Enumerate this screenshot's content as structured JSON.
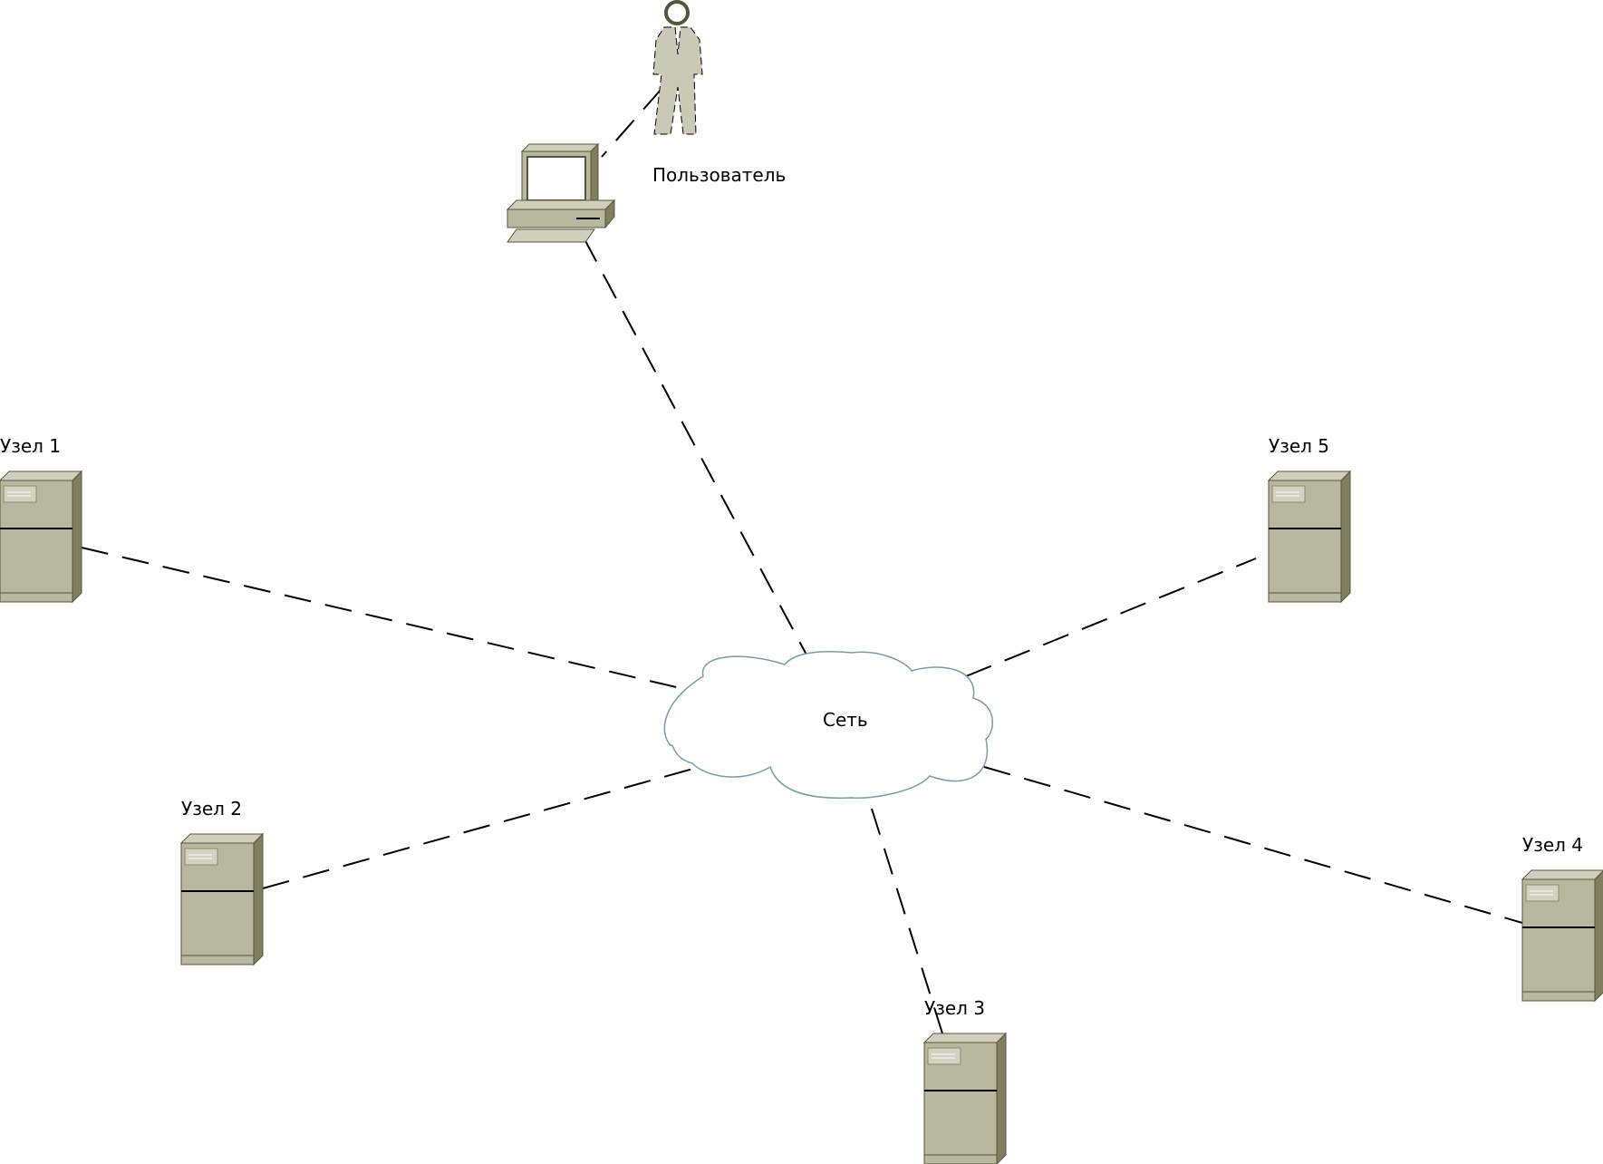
{
  "diagram": {
    "title": "",
    "user": {
      "label": "Пользователь"
    },
    "network": {
      "label": "Сеть"
    },
    "nodes": [
      {
        "id": "node-1",
        "label": "Узел 1"
      },
      {
        "id": "node-2",
        "label": "Узел 2"
      },
      {
        "id": "node-3",
        "label": "Узел 3"
      },
      {
        "id": "node-4",
        "label": "Узел 4"
      },
      {
        "id": "node-5",
        "label": "Узел 5"
      }
    ],
    "connections": [
      {
        "from": "user",
        "to": "workstation"
      },
      {
        "from": "workstation",
        "to": "network"
      },
      {
        "from": "node-1",
        "to": "network"
      },
      {
        "from": "node-2",
        "to": "network"
      },
      {
        "from": "node-3",
        "to": "network"
      },
      {
        "from": "node-4",
        "to": "network"
      },
      {
        "from": "node-5",
        "to": "network"
      }
    ],
    "colors": {
      "device_front": "#b8b89e",
      "device_side": "#7f7f5f",
      "device_top": "#cfcfbb",
      "cloud_stroke": "#7f9aa3",
      "line": "#000000"
    },
    "icons": [
      "user-icon",
      "workstation-icon",
      "server-icon",
      "cloud-icon"
    ]
  }
}
